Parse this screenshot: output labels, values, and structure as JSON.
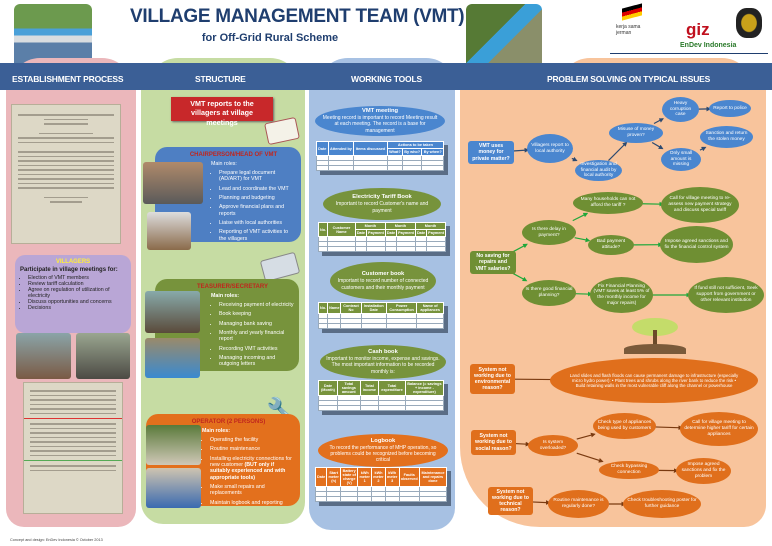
{
  "header": {
    "title": "VILLAGE MANAGEMENT TEAM (VMT)",
    "subtitle": "for Off-Grid Rural Scheme",
    "logos": {
      "kerjasama": "kerja sama jerman",
      "giz": "giz",
      "endev": "EnDev Indonesia"
    }
  },
  "sections": [
    "ESTABLISHMENT PROCESS",
    "STRUCTURE",
    "WORKING TOOLS",
    "PROBLEM SOLVING ON TYPICAL ISSUES"
  ],
  "colors": {
    "bar": "#3b5f96",
    "pink": "#ebb7bb",
    "green": "#c6dca3",
    "blue": "#a7c1e3",
    "orange": "#f8c49c",
    "node_blue": "#4a86cf",
    "node_green": "#6f8f33",
    "node_orange": "#e06f1c"
  },
  "establishment": {
    "villagers": {
      "title": "VILLAGERS",
      "subtitle": "Participate in village meetings for:",
      "items": [
        "Election of VMT members",
        "Review tariff calculation",
        "Agree on regulation of utilization of electricity",
        "Discuss opportunities and concerns",
        "Decisions"
      ]
    }
  },
  "structure": {
    "banner": "VMT reports to the villagers at village meetings",
    "chair": {
      "title": "CHAIRPERSON/HEAD OF VMT",
      "lead": "Main roles:",
      "items": [
        "Prepare legal document (AD/ART) for VMT",
        "Lead and coordinate the VMT",
        "Planning and budgeting",
        "Approve financial plans and reports",
        "Liaise with local authorities",
        "Reporting of VMT activities to the villagers"
      ]
    },
    "treasurer": {
      "title": "TEASURER/SECRETARY",
      "lead": "Main roles:",
      "items": [
        "Receiving payment of electricity",
        "Book keeping",
        "Managing bank saving",
        "Monthly and yearly financial report",
        "Recording VMT activities",
        "Managing incoming and outgoing letters"
      ]
    },
    "operator": {
      "title": "OPERATOR (2 PERSONS)",
      "lead": "Main roles:",
      "items": [
        "Operating the facility",
        "Routine maintenance",
        "Installing electricity connections for new customer",
        "Make small repairs and replacements",
        "Maintain logbook and reporting"
      ],
      "note": "(BUT only if suitably experienced and with appropriate tools)"
    }
  },
  "tools": [
    {
      "title": "VMT meeting",
      "desc": "Meeting record is important to record Meeting result at each meeting. The record is a base for management",
      "color": "#4a86cf",
      "head": [
        [
          "Date",
          1,
          2
        ],
        [
          "Attended by",
          1,
          2
        ],
        [
          "Items discussed",
          1,
          2
        ],
        [
          "Actions to be taken",
          3,
          1
        ]
      ],
      "sub": [
        "What?",
        "By who?",
        "By when?"
      ],
      "cols": 6
    },
    {
      "title": "Electricity Tariff Book",
      "desc": "Important to record Customer's name and payment",
      "color": "#77933c",
      "head": [
        [
          "No.",
          1,
          2
        ],
        [
          "Customer Name",
          1,
          2
        ],
        [
          "Month",
          2,
          1
        ],
        [
          "Month",
          2,
          1
        ],
        [
          "Month",
          2,
          1
        ]
      ],
      "sub": [
        "Date",
        "Payment",
        "Date",
        "Payment",
        "Date",
        "Payment"
      ],
      "cols": 8
    },
    {
      "title": "Customer book",
      "desc": "Important to record number of connected customers and their monthly payment",
      "color": "#77933c",
      "head": [
        [
          "No.",
          1,
          1
        ],
        [
          "Name",
          1,
          1
        ],
        [
          "Contract No",
          1,
          1
        ],
        [
          "Installation Date",
          1,
          1
        ],
        [
          "Power Consumption",
          1,
          1
        ],
        [
          "Name of appliances",
          1,
          1
        ]
      ],
      "sub": [],
      "cols": 6
    },
    {
      "title": "Cash book",
      "desc": "Important to monitor income, expense and savings. The most important information to be recorded monthly is:",
      "color": "#77933c",
      "head": [
        [
          "Date (Month)",
          1,
          1
        ],
        [
          "Total savings amount",
          1,
          1
        ],
        [
          "Total income",
          1,
          1
        ],
        [
          "Total expenditure",
          1,
          1
        ],
        [
          "Balance (= savings + income - expenditure)",
          1,
          1
        ]
      ],
      "sub": [],
      "cols": 5
    },
    {
      "title": "Logbook",
      "desc": "To record the performance of MHP operation, so problems could be recognized before becoming critical",
      "color": "#e3701d",
      "head": [
        [
          "Date",
          1,
          1
        ],
        [
          "Start meter (h)",
          1,
          1
        ],
        [
          "Battery state of charge (V)",
          1,
          1
        ],
        [
          "kWh meter 1",
          1,
          1
        ],
        [
          "kWh meter 2",
          1,
          1
        ],
        [
          "kWh meter 3",
          1,
          1
        ],
        [
          "Faults observed",
          1,
          1
        ],
        [
          "Maintenance and repairs done",
          1,
          1
        ]
      ],
      "sub": [],
      "cols": 8
    }
  ],
  "flow": {
    "q_private": "VMT uses money for private matter?",
    "report_local": "Villagers report to local authority",
    "investigation": "Investigation and financial audit by local authority",
    "misuse": "Misuse of money proven?",
    "heavy": "Heavy corruption case",
    "police": "Report to police",
    "small": "Only small amount is missing",
    "sanction": "Sanction and return the stolen money",
    "q_saving": "No saving for repairs and VMT salaries?",
    "delay": "Is there delay in payment?",
    "afford": "Many households can not afford the tariff ?",
    "call1": "Call for village meeting to re-assess new payment strategy and discuss special tariff",
    "attitude": "Bad payment attitude?",
    "impose1": "Impose agreed sanctions and fix the financial control system",
    "planning": "Is there good financial planning?",
    "fix": "Fix Financial Planning (VMT saves at least 5% of the monthly income for major repairs)",
    "fund": "If fund still not sufficient, Seek support from government or other relevant institution",
    "q_env": "System not working due to environmental reason?",
    "landslide": "Land slides and flash floods can cause permanent damage to infrastructure (especially micro hydro power): • Plant trees and shrubs along the river bank to reduce the risk • Build retaining walls in the most vulnerable cliff along the channel or powerhouse",
    "q_social": "System not working due to social reason?",
    "overload": "Is system overloaded?",
    "appliances": "Check type of appliances being used by customers",
    "call2": "Call for village meeting to determine higher tariff for certain appliances",
    "bypass": "Check bypassing connection",
    "impose2": "Impose agreed sanctions and fix the problem",
    "q_tech": "System not working due to technical reason?",
    "routine": "Routine maintenance is regularly done?",
    "trouble": "Check troubleshooting poster for further guidance"
  },
  "footer": "Concept and design: EnDev Indonesia © October 2013"
}
